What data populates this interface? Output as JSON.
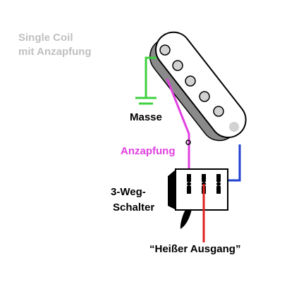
{
  "labels": {
    "title_line1": "Single Coil",
    "title_line2": "mit Anzapfung",
    "ground": "Masse",
    "tap": "Anzapfung",
    "switch_line1": "3-Weg-",
    "switch_line2": "Schalter",
    "hot_output": "“Heißer Ausgang”"
  },
  "colors": {
    "title_text": "#c0c0c0",
    "label_text": "#000000",
    "tap_text": "#e040e0",
    "ground_wire": "#3fd13f",
    "tap_wire": "#e040e0",
    "output_wire": "#2040d0",
    "hot_wire": "#e02020",
    "pickup_cover": "#ffffff",
    "pickup_shadow": "#8a8a8a",
    "pole_piece": "#d2d2d2",
    "switch_body": "#ffffff",
    "switch_shadow": "#000000"
  },
  "icons": {
    "ground": "ground-symbol-icon",
    "pickup": "single-coil-pickup-icon",
    "switch": "three-way-switch-icon",
    "lever": "switch-lever-icon"
  }
}
